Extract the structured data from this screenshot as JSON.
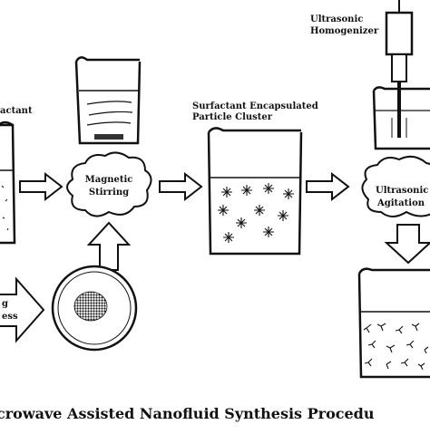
{
  "diagram": {
    "title": "crowave Assisted Nanofluid Synthesis Procedu",
    "labels": {
      "surfactant_partial": "actant",
      "surfactant_encapsulated_line1": "Surfactant Encapsulated",
      "surfactant_encapsulated_line2": "Particle Cluster",
      "ultrasonic_homogenizer_line1": "Ultrasonic",
      "ultrasonic_homogenizer_line2": "Homogenizer",
      "magnetic_stirring_line1": "Magnetic",
      "magnetic_stirring_line2": "Stirring",
      "ultrasonic_agitation_line1": "Ultrasonic",
      "ultrasonic_agitation_line2": "Agitation",
      "left_arrow_line1": "g",
      "left_arrow_line2": "ess"
    },
    "colors": {
      "ink": "#111111",
      "background": "#ffffff",
      "stir_bar": "#333333"
    }
  }
}
